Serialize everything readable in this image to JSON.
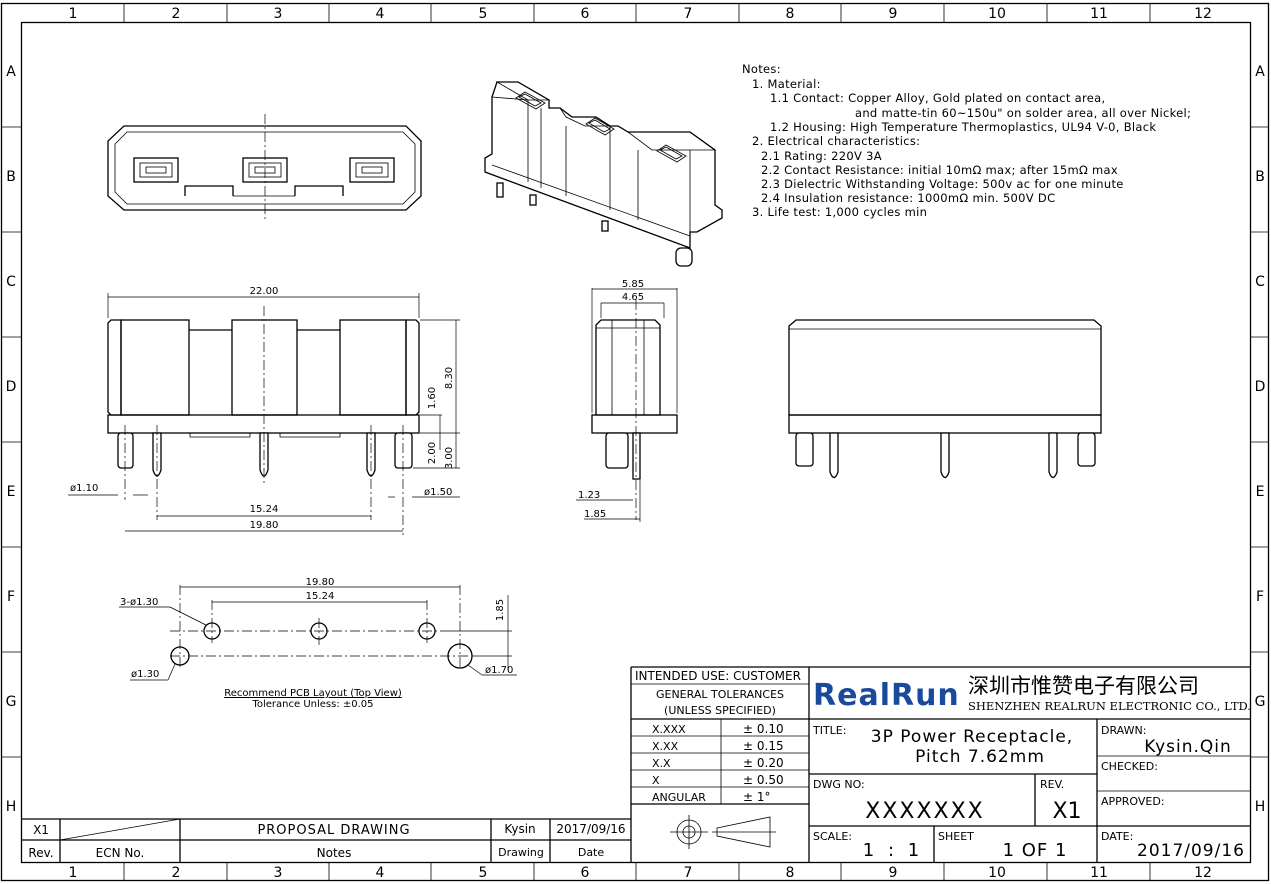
{
  "grid": {
    "columns": [
      "1",
      "2",
      "3",
      "4",
      "5",
      "6",
      "7",
      "8",
      "9",
      "10",
      "11",
      "12"
    ],
    "rows": [
      "A",
      "B",
      "C",
      "D",
      "E",
      "F",
      "G",
      "H"
    ]
  },
  "notes": {
    "heading": "Notes:",
    "lines": [
      "1. Material:",
      "1.1 Contact: Copper Alloy, Gold plated on contact area,",
      "and matte-tin 60~150u\" on solder area, all over Nickel;",
      "1.2 Housing: High Temperature Thermoplastics, UL94 V-0, Black",
      "2. Electrical characteristics:",
      "2.1 Rating: 220V 3A",
      "2.2 Contact Resistance: initial 10mΩ max; after 15mΩ max",
      "2.3 Dielectric Withstanding Voltage: 500v ac for one minute",
      "2.4 Insulation resistance: 1000mΩ min. 500V DC",
      "3. Life test: 1,000 cycles min"
    ]
  },
  "dimensions": {
    "front": {
      "width_overall": "22.00",
      "height_body": "1.60",
      "height_overall": "8.30",
      "pin_a": "2.00",
      "pin_b": "3.00",
      "pin_dia_left": "ø1.10",
      "pin_dia_right": "ø1.50",
      "pitch_pair": "15.24",
      "pitch_outer": "19.80"
    },
    "side": {
      "width_outer": "5.85",
      "width_inner": "4.65",
      "offset_a": "1.23",
      "offset_b": "1.85"
    },
    "pcb": {
      "outer": "19.80",
      "inner": "15.24",
      "row_offset": "1.85",
      "holes_small": "3-ø1.30",
      "hole_left": "ø1.30",
      "hole_right": "ø1.70",
      "caption": "Recommend PCB Layout (Top View)",
      "tolerance": "Tolerance Unless: ±0.05"
    }
  },
  "title_block": {
    "intended_use": "INTENDED USE: CUSTOMER",
    "general_tol_1": "GENERAL TOLERANCES",
    "general_tol_2": "(UNLESS SPECIFIED)",
    "tolerances": [
      {
        "label": "X.XXX",
        "value": "± 0.10"
      },
      {
        "label": "X.XX",
        "value": "± 0.15"
      },
      {
        "label": "X.X",
        "value": "± 0.20"
      },
      {
        "label": "X",
        "value": "± 0.50"
      },
      {
        "label": "ANGULAR",
        "value": "± 1°"
      }
    ],
    "company_logo": "RealRun",
    "company_cn": "深圳市惟赞电子有限公司",
    "company_en": "SHENZHEN REALRUN ELECTRONIC CO., LTD.",
    "title_label": "TITLE:",
    "title_line1": "3P Power Receptacle,",
    "title_line2": "Pitch 7.62mm",
    "drawn_label": "DRAWN:",
    "drawn_value": "Kysin.Qin",
    "checked_label": "CHECKED:",
    "approved_label": "APPROVED:",
    "dwg_label": "DWG NO:",
    "dwg_value": "XXXXXXX",
    "rev_label": "REV.",
    "rev_value": "X1",
    "scale_label": "SCALE:",
    "scale_value": "1 : 1",
    "sheet_label": "SHEET",
    "sheet_value": "1 OF 1",
    "date_label": "DATE:",
    "date_value": "2017/09/16"
  },
  "revision": {
    "rev": "X1",
    "ecn": "",
    "note": "PROPOSAL DRAWING",
    "drawer": "Kysin",
    "date": "2017/09/16",
    "header_rev": "Rev.",
    "header_ecn": "ECN No.",
    "header_notes": "Notes",
    "header_drawing": "Drawing",
    "header_date": "Date"
  },
  "colors": {
    "logo_blue": "#1a4a9c",
    "ink": "#000000",
    "paper": "#ffffff"
  }
}
